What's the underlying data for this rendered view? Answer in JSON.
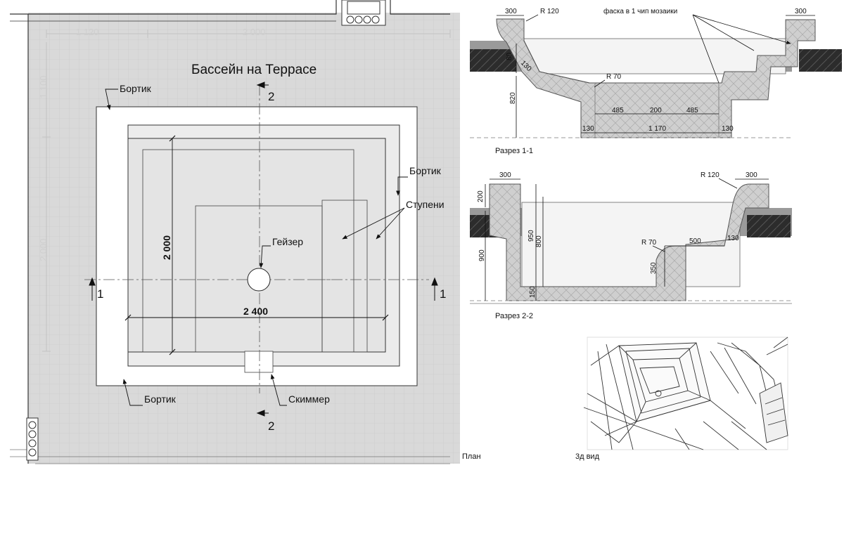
{
  "plan": {
    "title": "Бассейн на Террасе",
    "caption": "План",
    "axis_top_left": "1 120",
    "axis_top_right": "2 000",
    "axis_left_top": "1 100",
    "axis_left_bottom": "2 000",
    "labels": {
      "bortik_top": "Бортик",
      "bortik_right": "Бортик",
      "stupeni": "Ступени",
      "geyser": "Гейзер",
      "bortik_bottom": "Бортик",
      "skimmer": "Скиммер"
    },
    "dims": {
      "width": "2 400",
      "height": "2 000"
    },
    "section_marks": {
      "s1_left": "1",
      "s1_right": "1",
      "s2_top": "2",
      "s2_bottom": "2"
    }
  },
  "section1": {
    "caption": "Разрез 1-1",
    "annotation": "фаска в 1 чип мозаики",
    "dims": {
      "top_left": "300",
      "top_right": "300",
      "r120": "R 120",
      "r70": "R 70",
      "d80": "80",
      "d130a": "130",
      "d820": "820",
      "d485a": "485",
      "d200": "200",
      "d485b": "485",
      "d130b": "130",
      "d1170": "1 170",
      "d130c": "130"
    }
  },
  "section2": {
    "caption": "Разрез 2-2",
    "dims": {
      "top_left": "300",
      "top_right": "300",
      "r120": "R 120",
      "r70": "R 70",
      "d200": "200",
      "d900": "900",
      "d950": "950",
      "d800": "800",
      "d350": "350",
      "d150": "150",
      "d500": "500",
      "d130": "130"
    }
  },
  "view3d": {
    "caption": "3д вид"
  }
}
